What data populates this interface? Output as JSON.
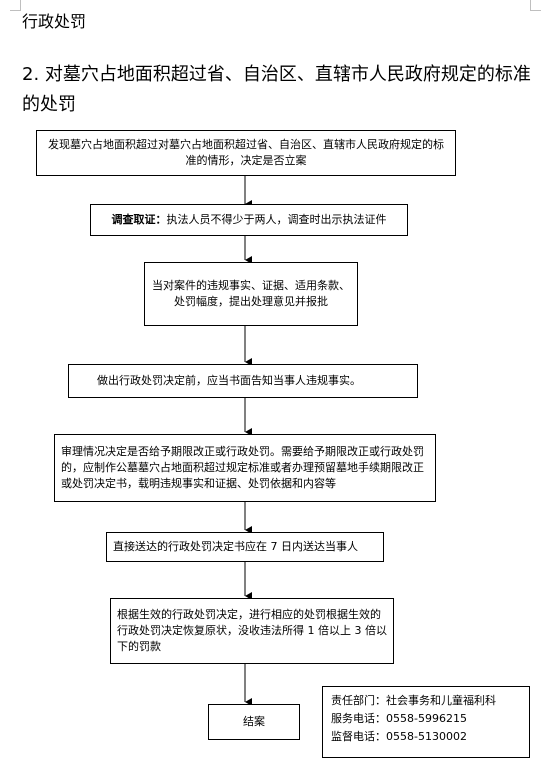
{
  "page_title": "行政处罚",
  "heading": "2. 对墓穴占地面积超过省、自治区、直辖市人民政府规定的标准的处罚",
  "flow": {
    "step1": "发现墓穴占地面积超过对墓穴占地面积超过省、自治区、直辖市人民政府规定的标准的情形，决定是否立案",
    "step2_bold": "调查取证：",
    "step2_text": "执法人员不得少于两人，调查时出示执法证件",
    "step3": "当对案件的违规事实、证据、适用条款、处罚幅度，提出处理意见并报批",
    "step4": "做出行政处罚决定前，应当书面告知当事人违规事实。",
    "step5": "审理情况决定是否给予期限改正或行政处罚。需要给予期限改正或行政处罚的，应制作公墓墓穴占地面积超过规定标准或者办理预留墓地手续期限改正或处罚决定书，载明违规事实和证据、处罚依据和内容等",
    "step6": "直接送达的行政处罚决定书应在 7 日内送达当事人",
    "step7": "根据生效的行政处罚决定，进行相应的处罚根据生效的行政处罚决定恢复原状，没收违法所得 1 倍以上 3 倍以下的罚款",
    "step8": "结案"
  },
  "contact": {
    "dept": "责任部门：社会事务和儿童福利科",
    "service_phone": "服务电话：0558-5996215",
    "supervise_phone": "监督电话：0558-5130002"
  }
}
